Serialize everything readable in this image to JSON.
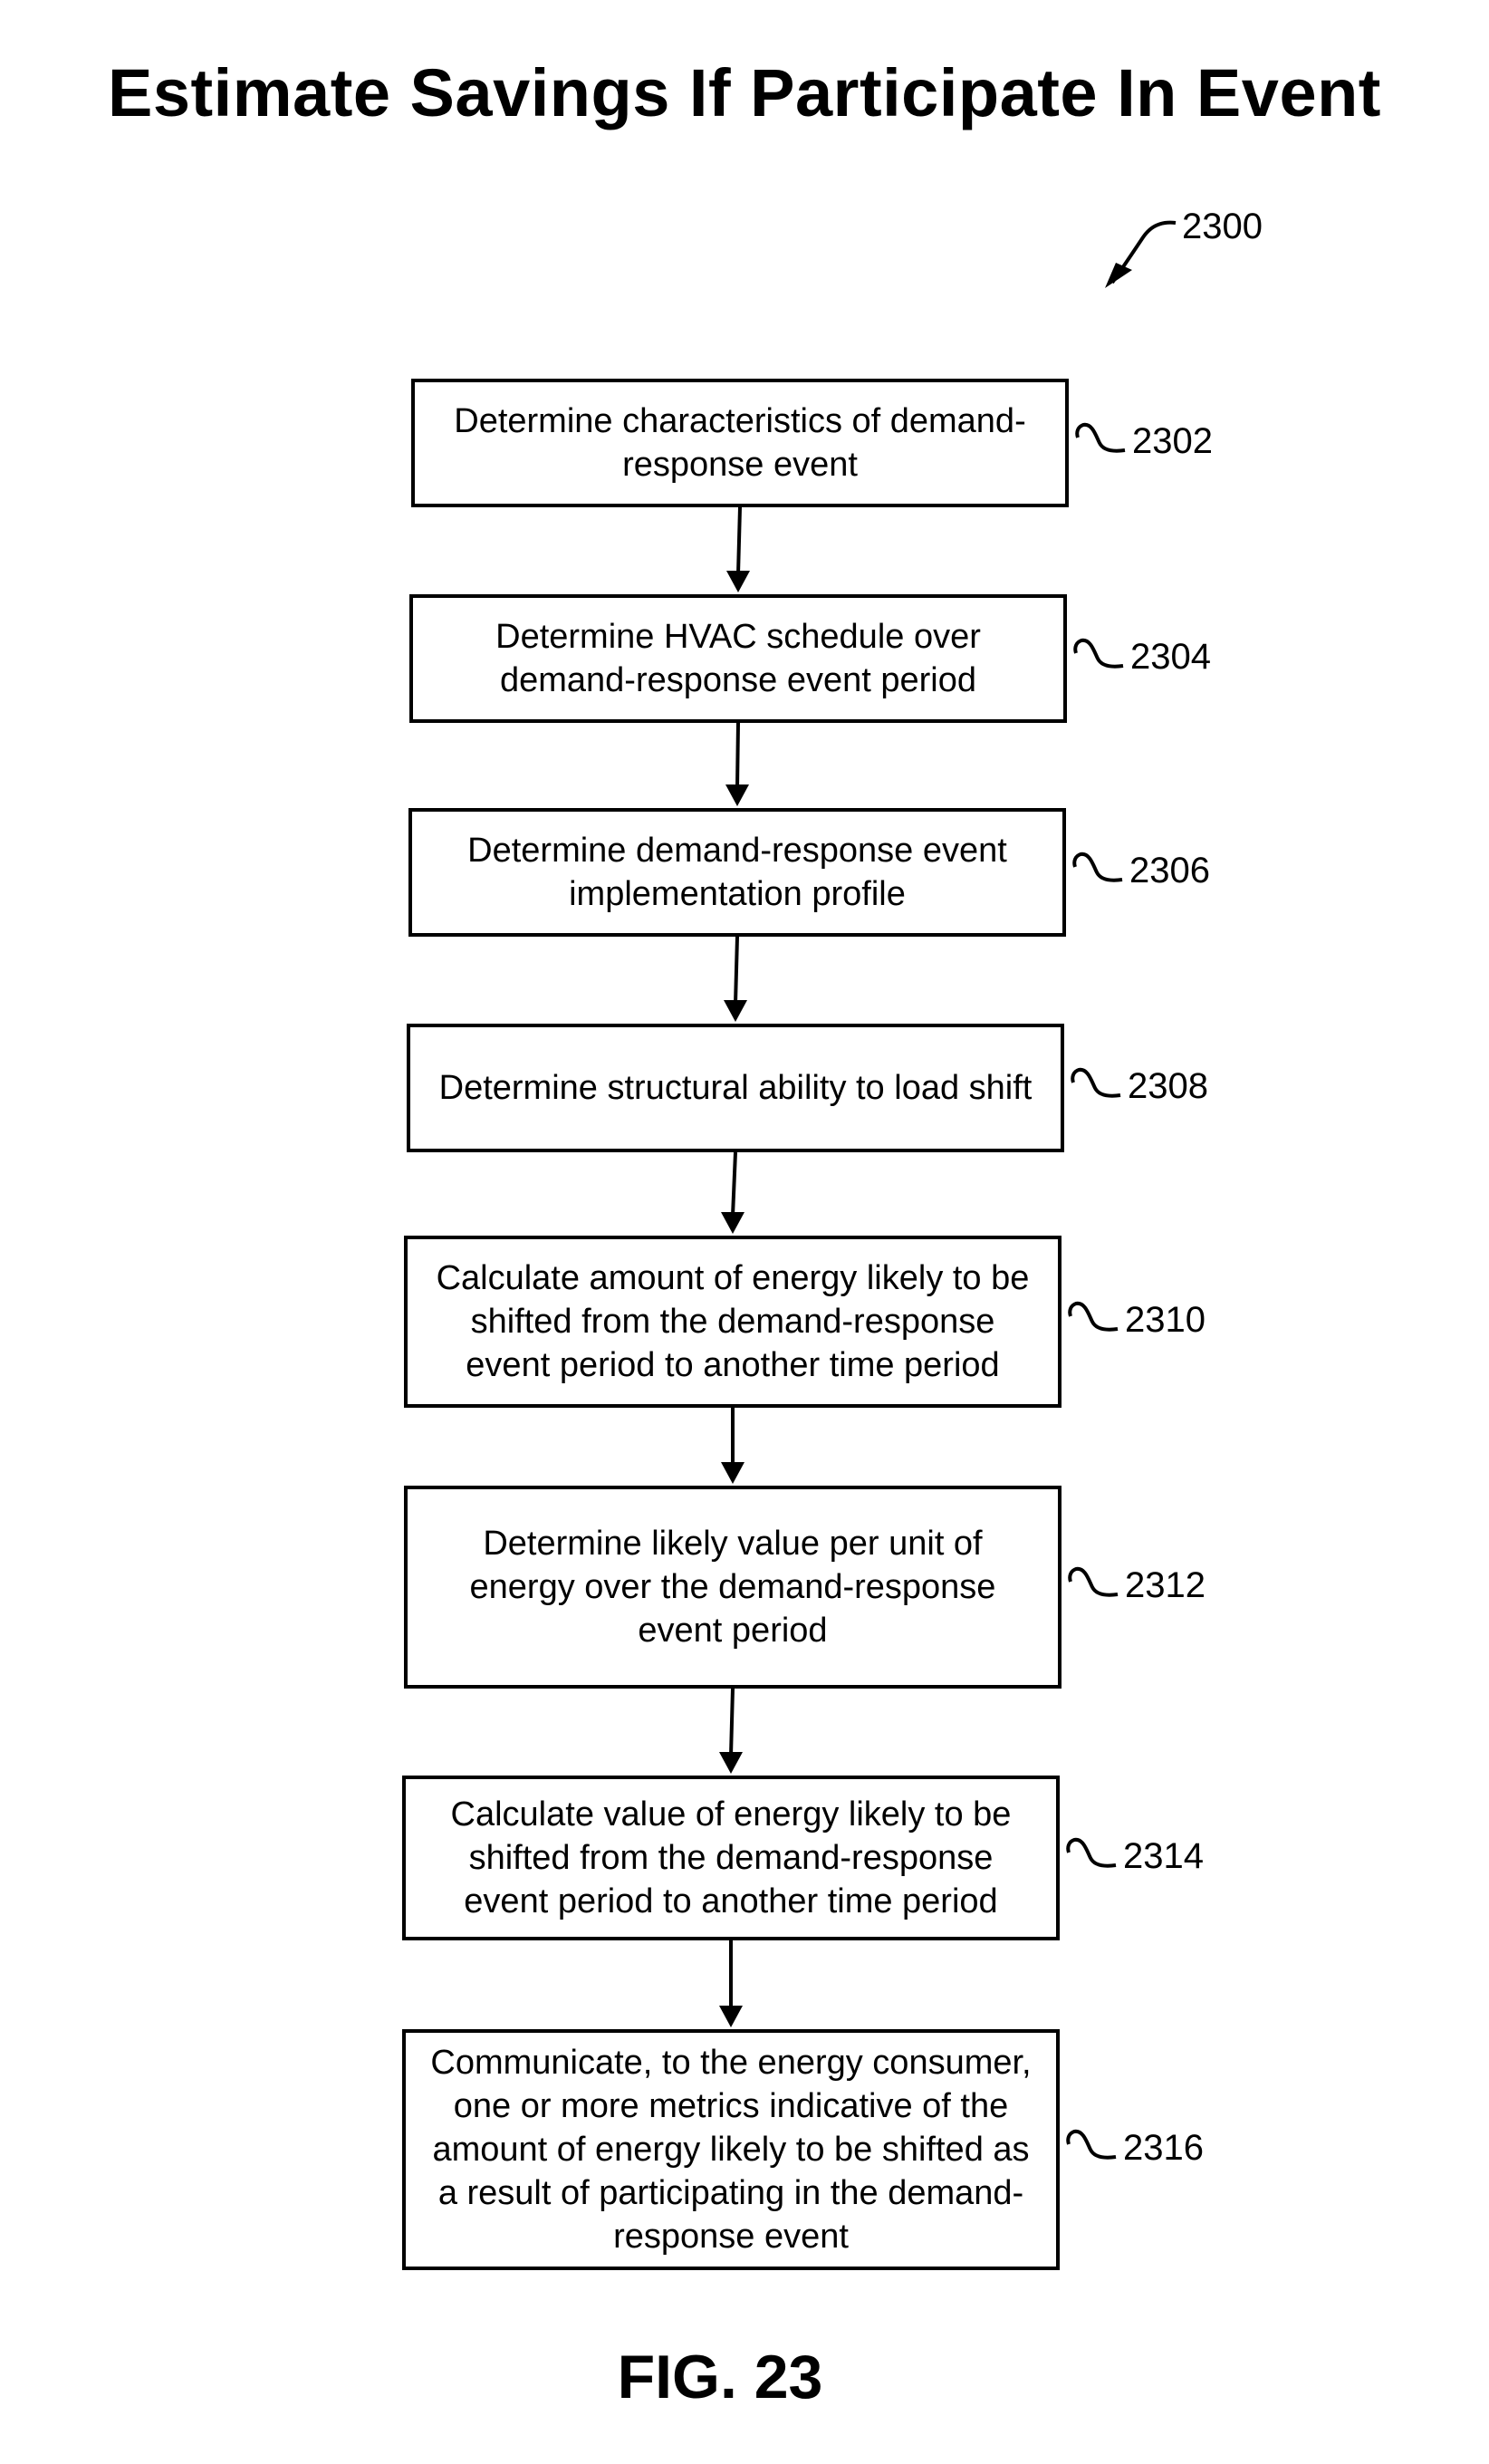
{
  "title": "Estimate Savings If Participate In Event",
  "figure_ref": "2300",
  "steps": [
    {
      "ref": "2302",
      "label": "Determine characteristics of demand-\nresponse event"
    },
    {
      "ref": "2304",
      "label": "Determine HVAC schedule over\ndemand-response event period"
    },
    {
      "ref": "2306",
      "label": "Determine demand-response event\nimplementation profile"
    },
    {
      "ref": "2308",
      "label": "Determine structural ability to load shift"
    },
    {
      "ref": "2310",
      "label": "Calculate amount of energy likely to be\nshifted from the demand-response\nevent period to another time period"
    },
    {
      "ref": "2312",
      "label": "Determine likely value per unit of\nenergy over the demand-response\nevent period"
    },
    {
      "ref": "2314",
      "label": "Calculate value of energy likely to be\nshifted from the demand-response\nevent period to another time period"
    },
    {
      "ref": "2316",
      "label": "Communicate, to the energy consumer,\none or more metrics indicative of the\namount of energy likely to be shifted as\na result of participating in the demand-\nresponse event"
    }
  ],
  "figure_label": "FIG. 23"
}
